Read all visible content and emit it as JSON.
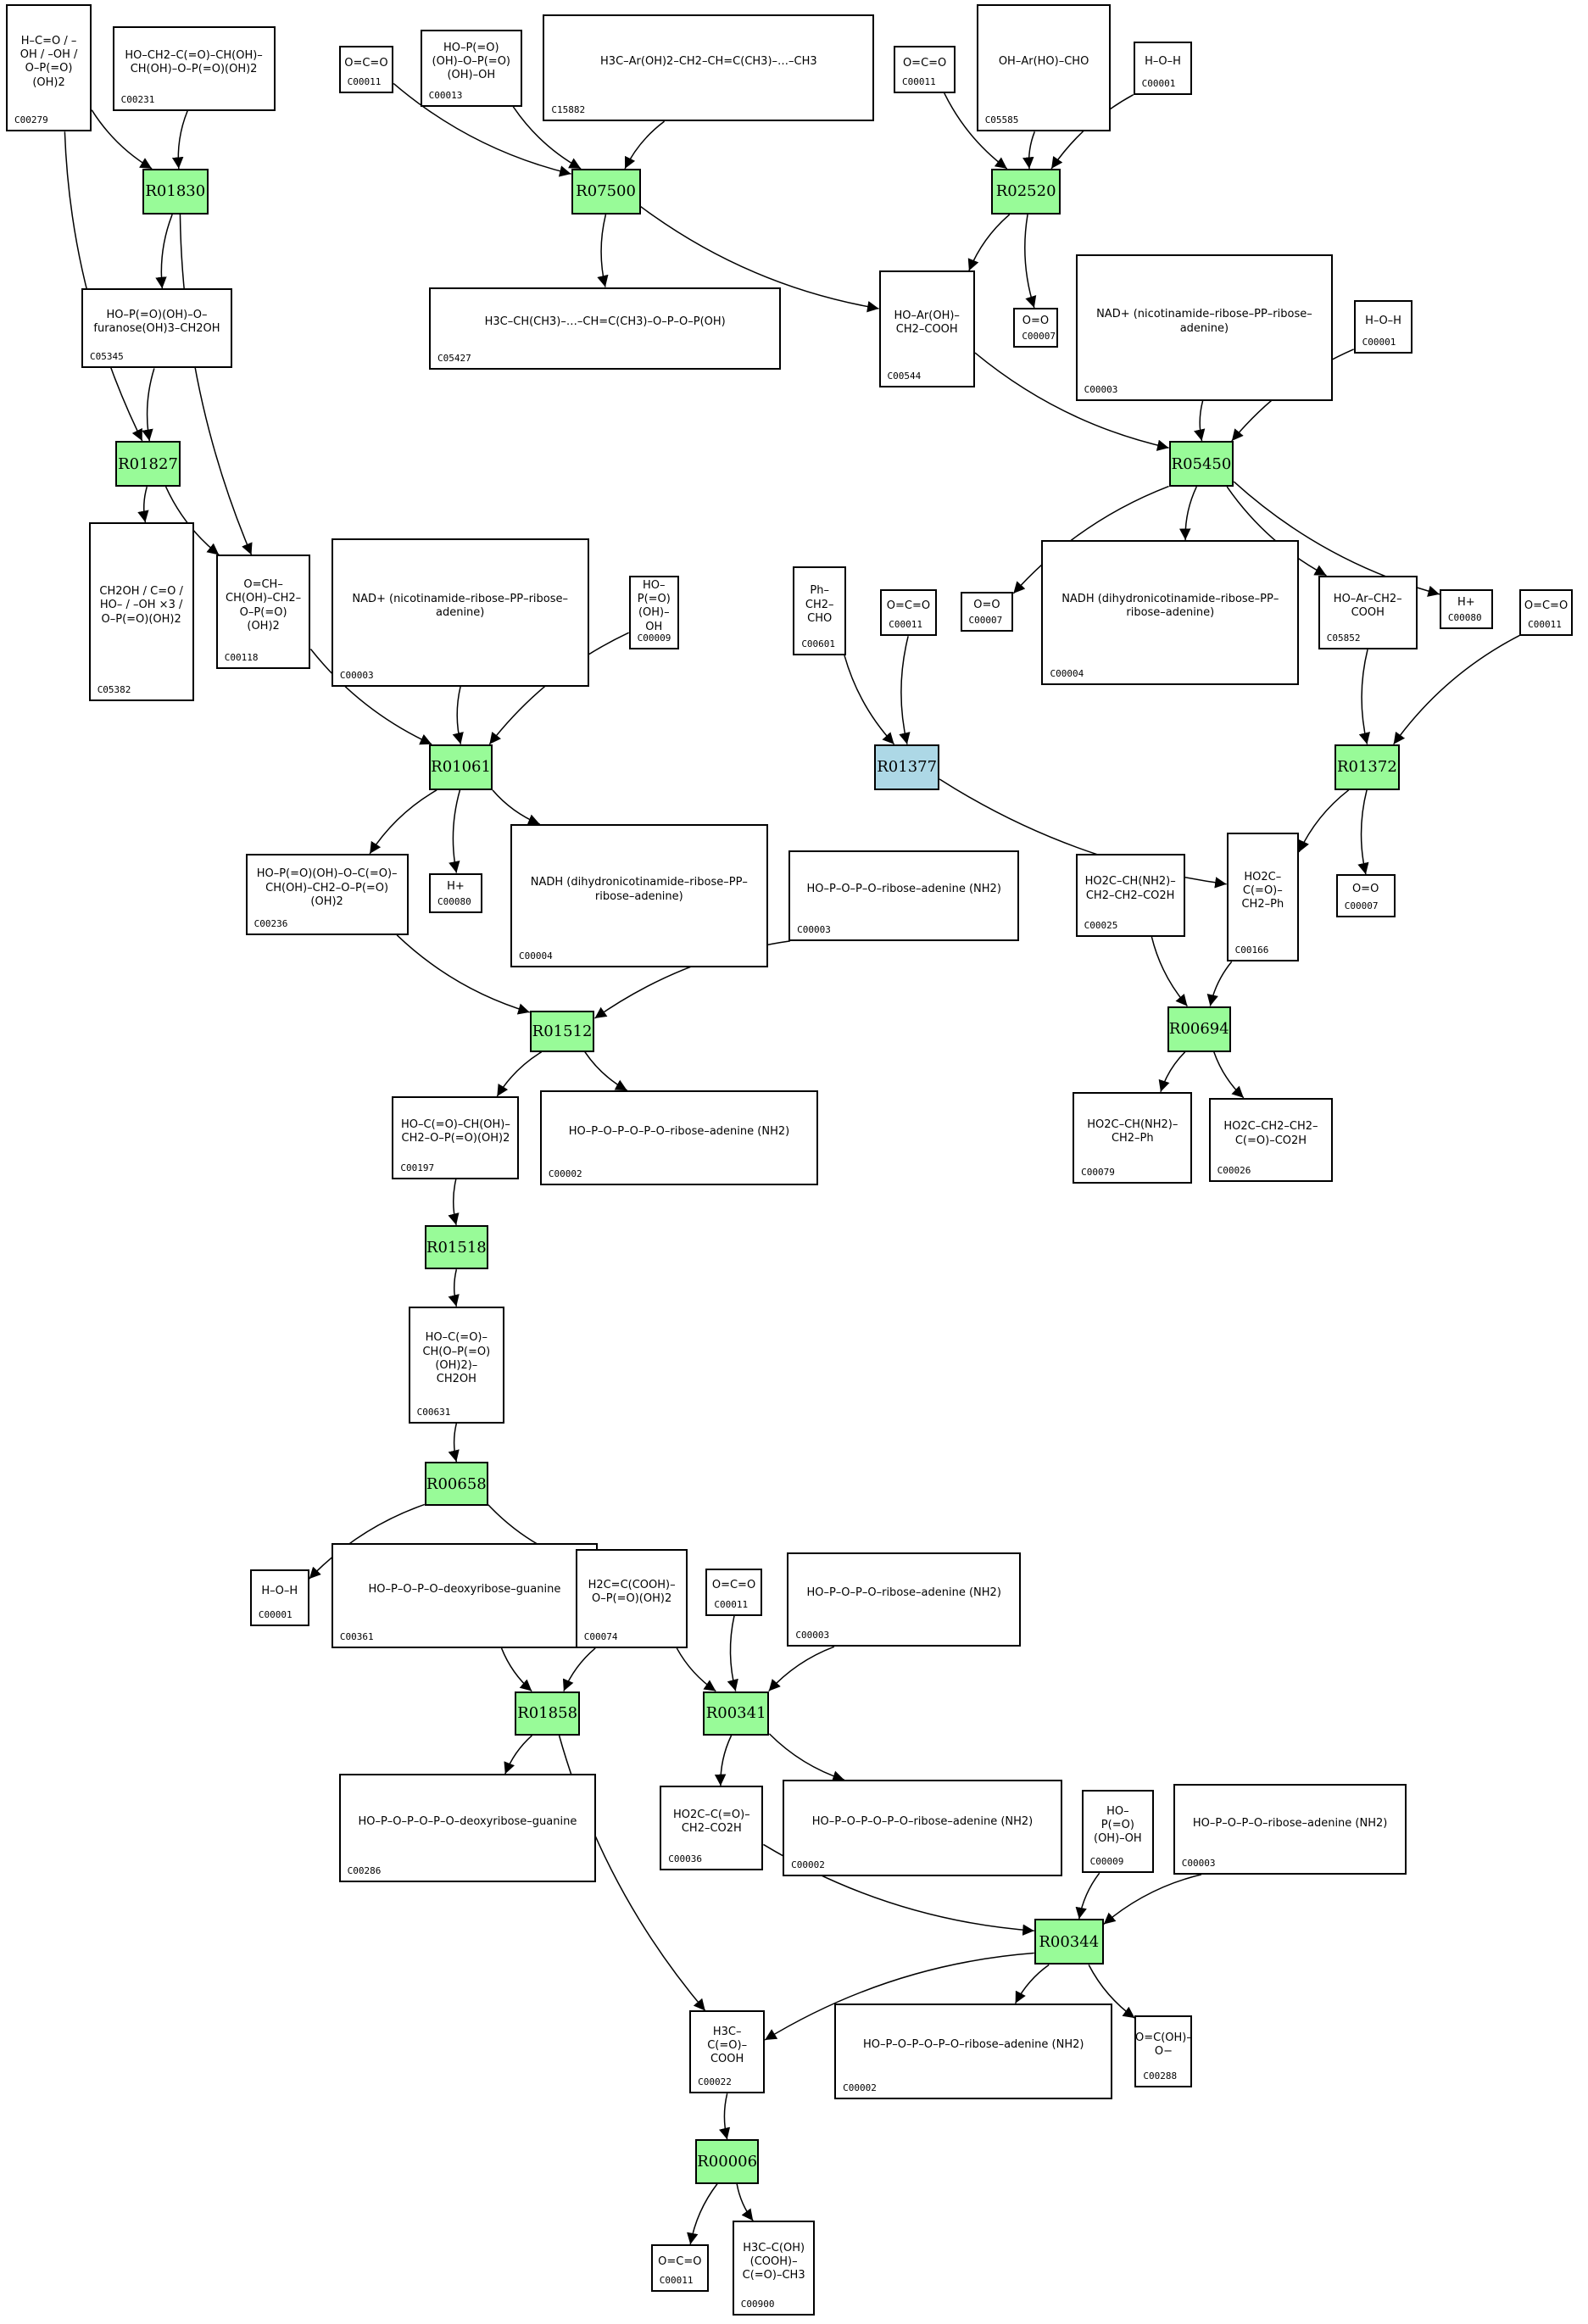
{
  "diagram": {
    "title": "Metabolic reaction network",
    "colors": {
      "reaction_default": "#98fb98",
      "reaction_highlight": "#add8e6",
      "compound_border": "#000000",
      "edge": "#000000"
    },
    "reactions": [
      {
        "key": "r01830",
        "label": "R01830",
        "highlight": false
      },
      {
        "key": "r07500",
        "label": "R07500",
        "highlight": false
      },
      {
        "key": "r02520",
        "label": "R02520",
        "highlight": false
      },
      {
        "key": "r01827",
        "label": "R01827",
        "highlight": false
      },
      {
        "key": "r05450",
        "label": "R05450",
        "highlight": false
      },
      {
        "key": "r01061",
        "label": "R01061",
        "highlight": false
      },
      {
        "key": "r01377",
        "label": "R01377",
        "highlight": true
      },
      {
        "key": "r01372",
        "label": "R01372",
        "highlight": false
      },
      {
        "key": "r01512",
        "label": "R01512",
        "highlight": false
      },
      {
        "key": "r00694",
        "label": "R00694",
        "highlight": false
      },
      {
        "key": "r01518",
        "label": "R01518",
        "highlight": false
      },
      {
        "key": "r00658",
        "label": "R00658",
        "highlight": false
      },
      {
        "key": "r01858",
        "label": "R01858",
        "highlight": false
      },
      {
        "key": "r00341",
        "label": "R00341",
        "highlight": false
      },
      {
        "key": "r00344",
        "label": "R00344",
        "highlight": false
      },
      {
        "key": "r00006",
        "label": "R00006",
        "highlight": false
      }
    ],
    "compounds": [
      {
        "key": "c00279",
        "id": "C00279",
        "structure": "H–C=O / –OH / –OH / O–P(=O)(OH)2"
      },
      {
        "key": "c00231",
        "id": "C00231",
        "structure": "HO–CH2–C(=O)–CH(OH)–CH(OH)–O–P(=O)(OH)2"
      },
      {
        "key": "c00011_a",
        "id": "C00011",
        "structure": "O=C=O"
      },
      {
        "key": "c00013",
        "id": "C00013",
        "structure": "HO–P(=O)(OH)–O–P(=O)(OH)–OH"
      },
      {
        "key": "c15882",
        "id": "C15882",
        "structure": "H3C–Ar(OH)2–CH2–CH=C(CH3)–…–CH3"
      },
      {
        "key": "c00011_b",
        "id": "C00011",
        "structure": "O=C=O"
      },
      {
        "key": "c05585",
        "id": "C05585",
        "structure": "OH–Ar(HO)–CHO"
      },
      {
        "key": "c00001_a",
        "id": "C00001",
        "structure": "H–O–H"
      },
      {
        "key": "c05345",
        "id": "C05345",
        "structure": "HO–P(=O)(OH)–O–furanose(OH)3–CH2OH"
      },
      {
        "key": "c05427",
        "id": "C05427",
        "structure": "H3C–CH(CH3)–…–CH=C(CH3)–O–P–O–P(OH)"
      },
      {
        "key": "c00544",
        "id": "C00544",
        "structure": "HO–Ar(OH)–CH2–COOH"
      },
      {
        "key": "c00007_a",
        "id": "C00007",
        "structure": "O=O"
      },
      {
        "key": "c00003_a",
        "id": "C00003",
        "structure": "NAD+ (nicotinamide–ribose–PP–ribose–adenine)"
      },
      {
        "key": "c00001_b",
        "id": "C00001",
        "structure": "H–O–H"
      },
      {
        "key": "c05382",
        "id": "C05382",
        "structure": "CH2OH / C=O / HO– / –OH ×3 / O–P(=O)(OH)2"
      },
      {
        "key": "c00118",
        "id": "C00118",
        "structure": "O=CH–CH(OH)–CH2–O–P(=O)(OH)2"
      },
      {
        "key": "c00003_b",
        "id": "C00003",
        "structure": "NAD+ (nicotinamide–ribose–PP–ribose–adenine)"
      },
      {
        "key": "c00009_a",
        "id": "C00009",
        "structure": "HO–P(=O)(OH)–OH"
      },
      {
        "key": "c00601",
        "id": "C00601",
        "structure": "Ph–CH2–CHO"
      },
      {
        "key": "c00011_c",
        "id": "C00011",
        "structure": "O=C=O"
      },
      {
        "key": "c00007_b",
        "id": "C00007",
        "structure": "O=O"
      },
      {
        "key": "c00004_a",
        "id": "C00004",
        "structure": "NADH (dihydronicotinamide–ribose–PP–ribose–adenine)"
      },
      {
        "key": "c05852",
        "id": "C05852",
        "structure": "HO–Ar–CH2–COOH"
      },
      {
        "key": "c00080_a",
        "id": "C00080",
        "structure": "H+"
      },
      {
        "key": "c00011_d",
        "id": "C00011",
        "structure": "O=C=O"
      },
      {
        "key": "c00236",
        "id": "C00236",
        "structure": "HO–P(=O)(OH)–O–C(=O)–CH(OH)–CH2–O–P(=O)(OH)2"
      },
      {
        "key": "c00080_b",
        "id": "C00080",
        "structure": "H+"
      },
      {
        "key": "c00004_b",
        "id": "C00004",
        "structure": "NADH (dihydronicotinamide–ribose–PP–ribose–adenine)"
      },
      {
        "key": "c00008_a",
        "id": "C00003",
        "structure": "HO–P–O–P–O–ribose–adenine (NH2)"
      },
      {
        "key": "c00025",
        "id": "C00025",
        "structure": "HO2C–CH(NH2)–CH2–CH2–CO2H"
      },
      {
        "key": "c00166",
        "id": "C00166",
        "structure": "HO2C–C(=O)–CH2–Ph"
      },
      {
        "key": "c00007_c",
        "id": "C00007",
        "structure": "O=O"
      },
      {
        "key": "c00197",
        "id": "C00197",
        "structure": "HO–C(=O)–CH(OH)–CH2–O–P(=O)(OH)2"
      },
      {
        "key": "c00002_a",
        "id": "C00002",
        "structure": "HO–P–O–P–O–P–O–ribose–adenine (NH2)"
      },
      {
        "key": "c00079",
        "id": "C00079",
        "structure": "HO2C–CH(NH2)–CH2–Ph"
      },
      {
        "key": "c00026",
        "id": "C00026",
        "structure": "HO2C–CH2–CH2–C(=O)–CO2H"
      },
      {
        "key": "c00631",
        "id": "C00631",
        "structure": "HO–C(=O)–CH(O–P(=O)(OH)2)–CH2OH"
      },
      {
        "key": "c00001_c",
        "id": "C00001",
        "structure": "H–O–H"
      },
      {
        "key": "c00361",
        "id": "C00361",
        "structure": "HO–P–O–P–O–deoxyribose–guanine"
      },
      {
        "key": "c00074",
        "id": "C00074",
        "structure": "H2C=C(COOH)–O–P(=O)(OH)2"
      },
      {
        "key": "c00011_e",
        "id": "C00011",
        "structure": "O=C=O"
      },
      {
        "key": "c00008_b",
        "id": "C00003",
        "structure": "HO–P–O–P–O–ribose–adenine (NH2)"
      },
      {
        "key": "c00286",
        "id": "C00286",
        "structure": "HO–P–O–P–O–P–O–deoxyribose–guanine"
      },
      {
        "key": "c00036",
        "id": "C00036",
        "structure": "HO2C–C(=O)–CH2–CO2H"
      },
      {
        "key": "c00002_b",
        "id": "C00002",
        "structure": "HO–P–O–P–O–P–O–ribose–adenine (NH2)"
      },
      {
        "key": "c00009_b",
        "id": "C00009",
        "structure": "HO–P(=O)(OH)–OH"
      },
      {
        "key": "c00008_c",
        "id": "C00003",
        "structure": "HO–P–O–P–O–ribose–adenine (NH2)"
      },
      {
        "key": "c00022",
        "id": "C00022",
        "structure": "H3C–C(=O)–COOH"
      },
      {
        "key": "c00002_c",
        "id": "C00002",
        "structure": "HO–P–O–P–O–P–O–ribose–adenine (NH2)"
      },
      {
        "key": "c00288",
        "id": "C00288",
        "structure": "O=C(OH)–O−"
      },
      {
        "key": "c00011_f",
        "id": "C00011",
        "structure": "O=C=O"
      },
      {
        "key": "c00900",
        "id": "C00900",
        "structure": "H3C–C(OH)(COOH)–C(=O)–CH3"
      }
    ]
  }
}
